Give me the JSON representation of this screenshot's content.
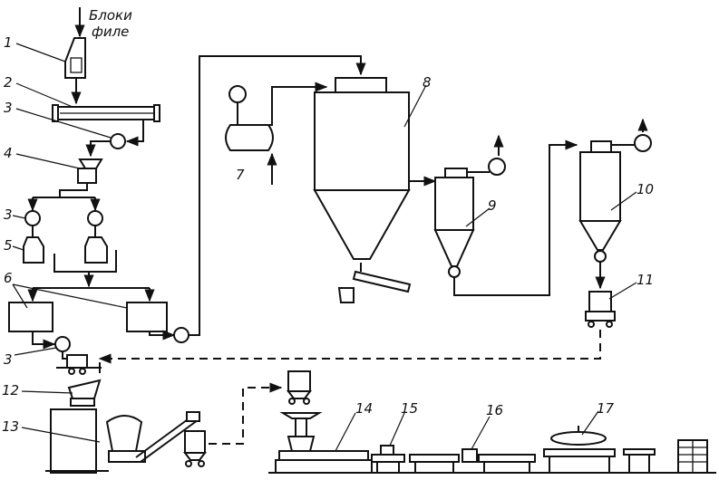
{
  "input_label": {
    "line1": "Блоки",
    "line2": "филе"
  },
  "labels": [
    {
      "id": "1",
      "text": "1"
    },
    {
      "id": "2",
      "text": "2"
    },
    {
      "id": "3a",
      "text": "3"
    },
    {
      "id": "4",
      "text": "4"
    },
    {
      "id": "3b",
      "text": "3"
    },
    {
      "id": "5",
      "text": "5"
    },
    {
      "id": "6",
      "text": "6"
    },
    {
      "id": "3c",
      "text": "3"
    },
    {
      "id": "12",
      "text": "12"
    },
    {
      "id": "13",
      "text": "13"
    },
    {
      "id": "7",
      "text": "7"
    },
    {
      "id": "8",
      "text": "8"
    },
    {
      "id": "9",
      "text": "9"
    },
    {
      "id": "10",
      "text": "10"
    },
    {
      "id": "11",
      "text": "11"
    },
    {
      "id": "14",
      "text": "14"
    },
    {
      "id": "15",
      "text": "15"
    },
    {
      "id": "16",
      "text": "16"
    },
    {
      "id": "17",
      "text": "17"
    }
  ]
}
